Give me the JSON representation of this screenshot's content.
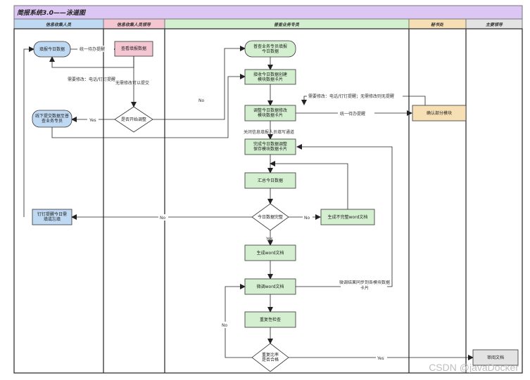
{
  "diagram": {
    "title": "简报系统3.0——泳道图",
    "lanes": [
      {
        "name": "信息收集人员",
        "color": "#bfd9f2"
      },
      {
        "name": "信息收集人员领导",
        "color": "#f3c6d2"
      },
      {
        "name": "普查业务专员",
        "color": "#d3efcf"
      },
      {
        "name": "秘书处",
        "color": "#f6dfb5"
      },
      {
        "name": "主要领导",
        "color": "#e3e3e3"
      }
    ],
    "nodes": {
      "fill_today": "填报今日数据",
      "view_fill": "查看填报数据",
      "offline_submit": "线下提交数据至普查业务专员",
      "dingding_remind": "钉钉提醒今日需填或忘填",
      "is_adjust": "是否开始调整",
      "census_fill": "普查业务专员填报今日数据",
      "receive_create": "接收今日数据创建模块数据卡片",
      "adjust_data": "调整今日数据修改模块数据卡片",
      "complete_adjust": "完成今日数据调整保存模块数据卡片",
      "summary": "汇总今日数据",
      "data_complete": "今日数据完整",
      "gen_incomplete": "生成不完整word文档",
      "gen_word": "生成word文档",
      "fine_tune": "微调word文档",
      "dup_check": "重复性检查",
      "dup_rate": "重复比率是否合格",
      "confirm_module": "确认部分模块",
      "review_doc": "审阅文档"
    },
    "edge_labels": {
      "unified_todo_1": "统一待办提醒",
      "need_edit_1": "需要修改：电话/钉钉提醒",
      "no_edit_submit": "无需修改可以提交",
      "yes_1": "Yes",
      "no_1": "No",
      "need_edit_2": "需要修改：电话/钉钉提醒；无需修改则无提醒",
      "unified_todo_2": "统一待办提醒",
      "close_channel": "关闭信息填报人员填写通道",
      "no_2": "No",
      "no_3": "No",
      "yes_2": "Yes",
      "sync_result": "微调结果同步到各模块数据卡片",
      "no_4": "No",
      "yes_3": "Yes"
    },
    "watermark": "CSDN @javaDocker"
  }
}
